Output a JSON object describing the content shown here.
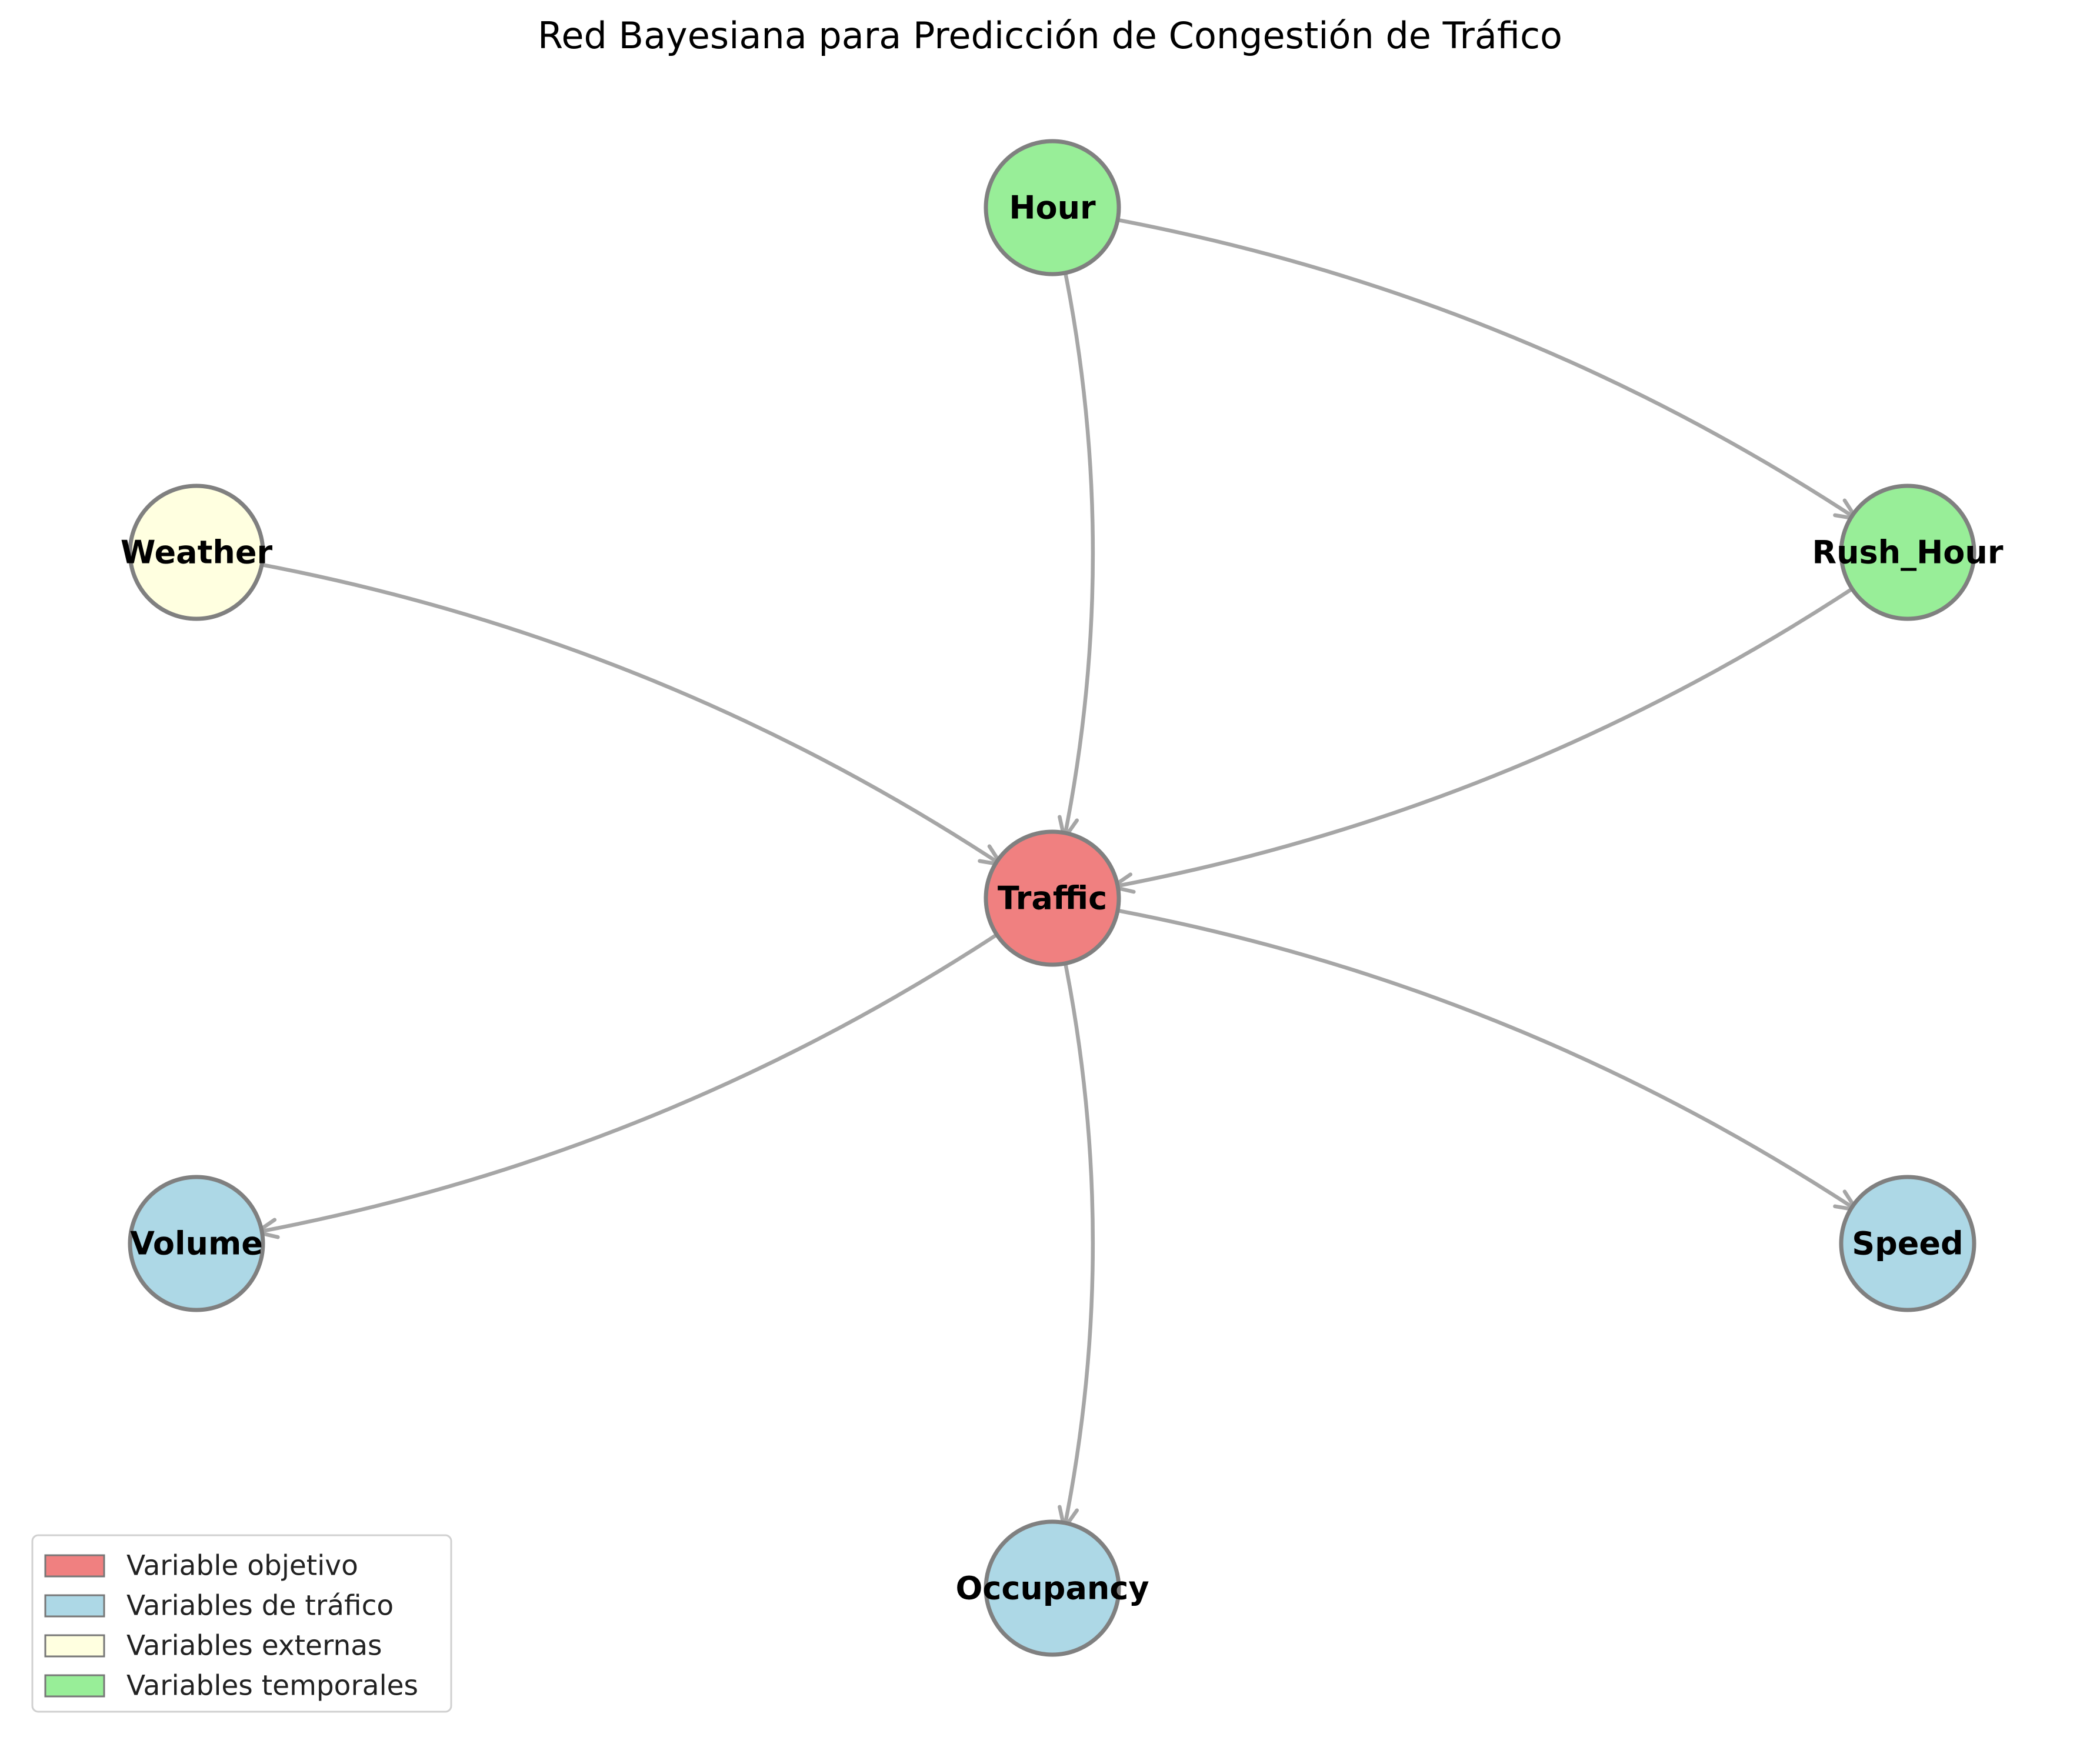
{
  "title": "Red Bayesiana para Predicción de Congestión de Tráfico",
  "colors": {
    "objetivo": "#f08080",
    "trafico": "#add8e6",
    "externa": "#ffffe0",
    "temporal": "#98ee98",
    "edge": "#a6a6a6",
    "node_border": "#808080"
  },
  "nodes": [
    {
      "id": "Hour",
      "label": "Hour",
      "group": "temporal"
    },
    {
      "id": "Rush_Hour",
      "label": "Rush_Hour",
      "group": "temporal"
    },
    {
      "id": "Weather",
      "label": "Weather",
      "group": "externa"
    },
    {
      "id": "Traffic",
      "label": "Traffic",
      "group": "objetivo"
    },
    {
      "id": "Volume",
      "label": "Volume",
      "group": "trafico"
    },
    {
      "id": "Speed",
      "label": "Speed",
      "group": "trafico"
    },
    {
      "id": "Occupancy",
      "label": "Occupancy",
      "group": "trafico"
    }
  ],
  "edges": [
    {
      "from": "Hour",
      "to": "Traffic"
    },
    {
      "from": "Hour",
      "to": "Rush_Hour"
    },
    {
      "from": "Rush_Hour",
      "to": "Traffic"
    },
    {
      "from": "Weather",
      "to": "Traffic"
    },
    {
      "from": "Traffic",
      "to": "Volume"
    },
    {
      "from": "Traffic",
      "to": "Speed"
    },
    {
      "from": "Traffic",
      "to": "Occupancy"
    }
  ],
  "legend": [
    {
      "label": "Variable objetivo",
      "group": "objetivo"
    },
    {
      "label": "Variables de tráfico",
      "group": "trafico"
    },
    {
      "label": "Variables externas",
      "group": "externa"
    },
    {
      "label": "Variables temporales",
      "group": "temporal"
    }
  ]
}
